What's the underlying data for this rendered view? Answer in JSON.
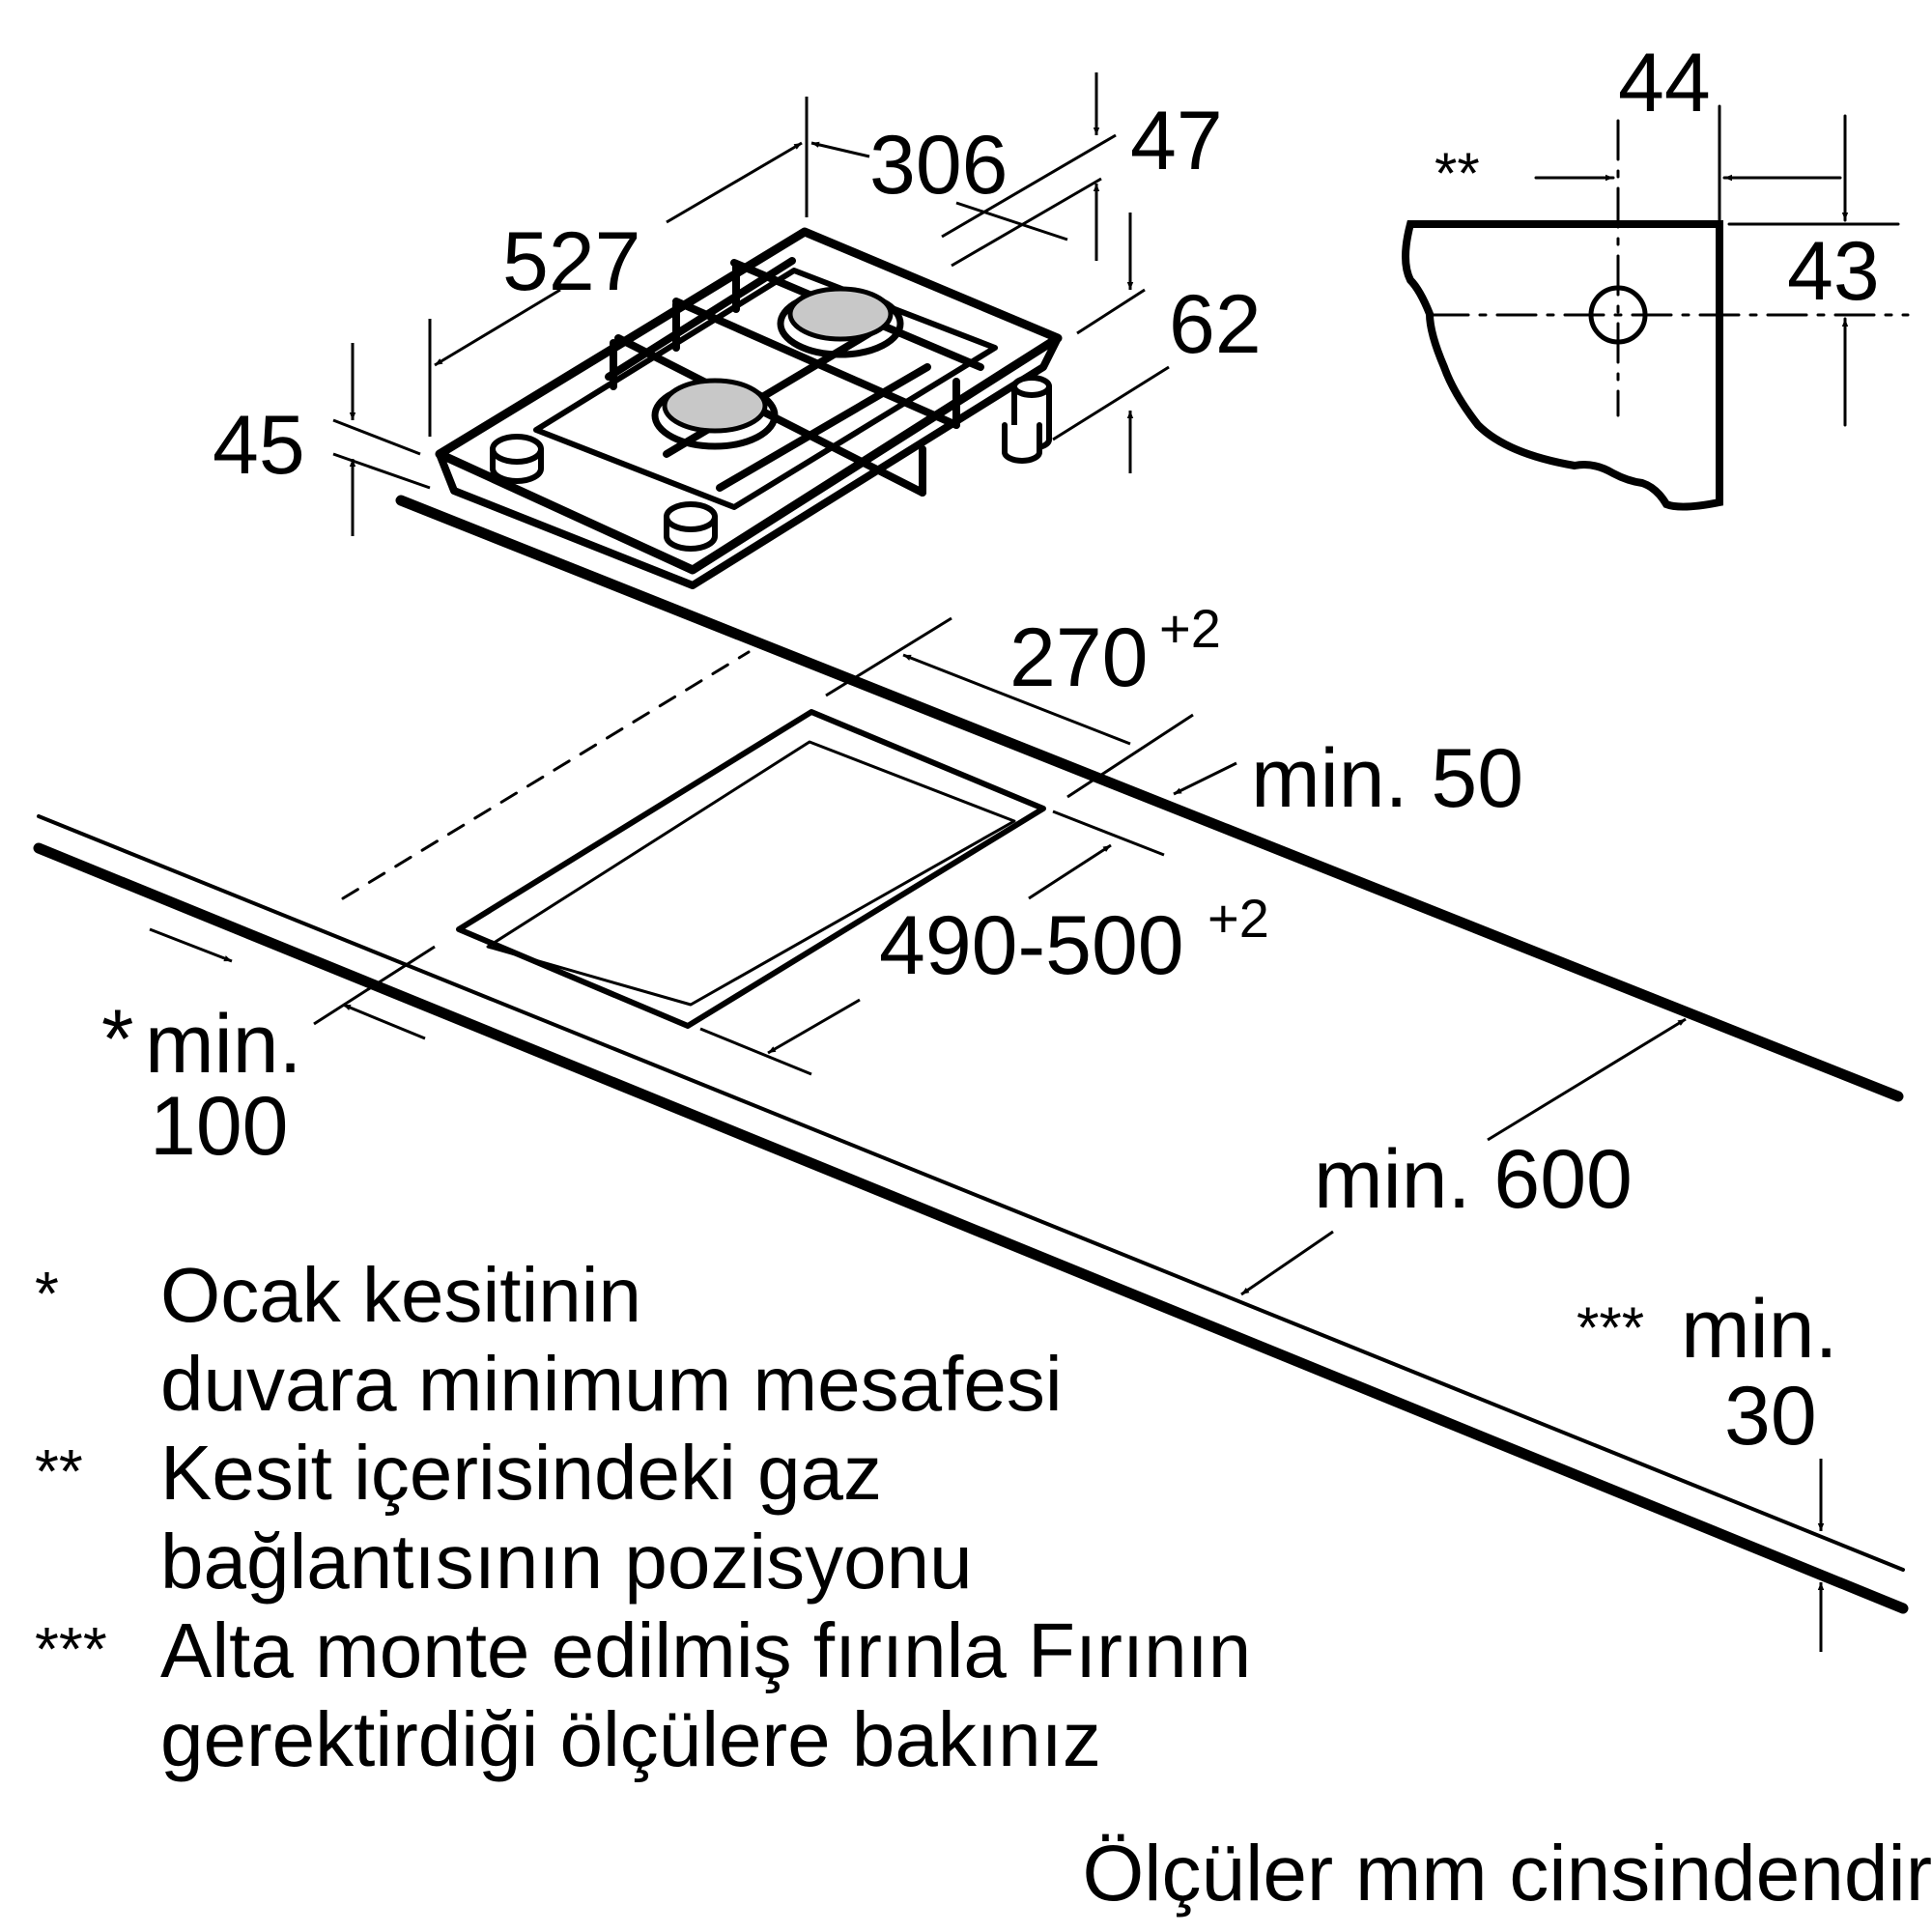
{
  "dimensions": {
    "hob_depth": "527",
    "hob_width": "306",
    "grate_height": "47",
    "connector_offset": "62",
    "hob_thickness": "45",
    "gas_detail_width": "44",
    "gas_detail_height": "43",
    "gas_detail_mark": "**",
    "cutout_width": "270",
    "cutout_width_tolerance": "+2",
    "back_wall_min": "min. 50",
    "cutout_depth": "490-500",
    "cutout_depth_tolerance": "+2",
    "side_wall_mark": "*",
    "side_wall_min_line1": "min.",
    "side_wall_min_line2": "100",
    "worktop_depth_min": "min. 600",
    "oven_gap_mark": "***",
    "oven_gap_min_line1": "min.",
    "oven_gap_min_line2": "30"
  },
  "notes": [
    {
      "mark": "*",
      "lines": [
        "Ocak kesitinin",
        "duvara minimum mesafesi"
      ]
    },
    {
      "mark": "**",
      "lines": [
        "Kesit içerisindeki gaz",
        "bağlantısının pozisyonu"
      ]
    },
    {
      "mark": "***",
      "lines": [
        "Alta monte edilmiş fırınla Fırının",
        "gerektirdiği ölçülere bakınız"
      ]
    }
  ],
  "units_note": "Ölçüler mm cinsindendir"
}
